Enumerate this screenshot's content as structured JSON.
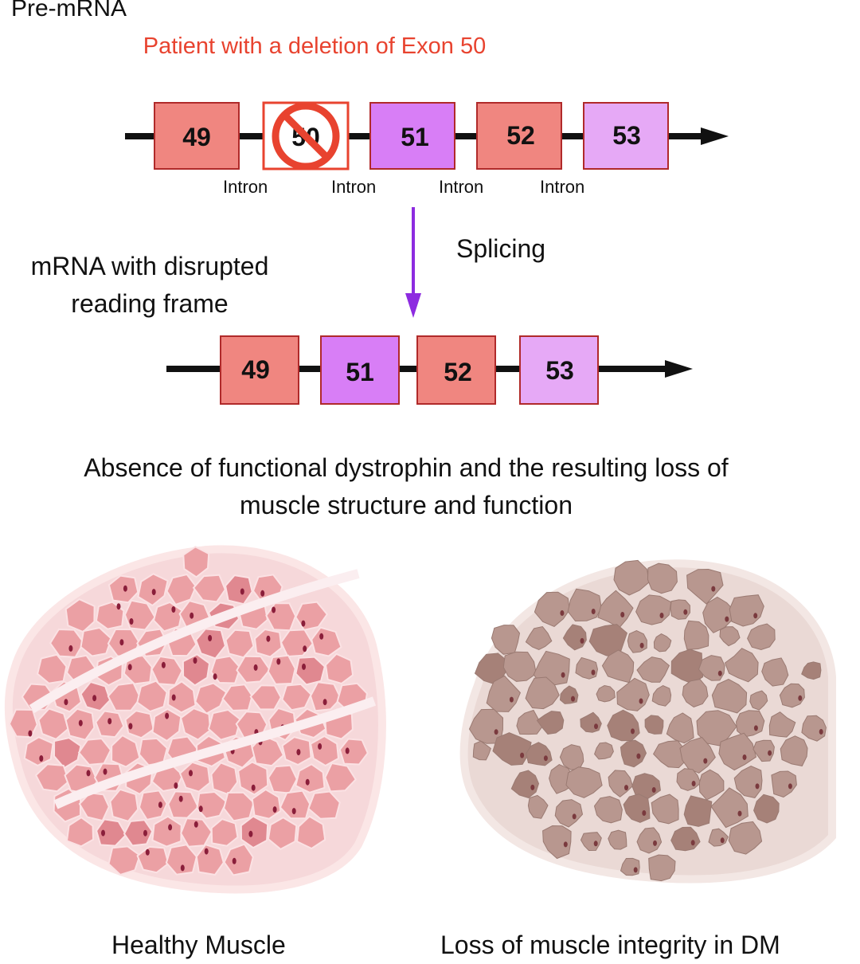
{
  "titles": {
    "pre_mrna": "Pre-mRNA",
    "deletion_note": "Patient with a deletion of Exon 50",
    "mrna": "mRNA with disrupted reading frame",
    "splicing": "Splicing",
    "consequence": "Absence of functional dystrophin and the resulting loss of muscle structure and function",
    "healthy": "Healthy Muscle",
    "dmd": "Loss of muscle integrity in DM"
  },
  "pre_mrna_exons": [
    {
      "label": "49",
      "color": "#f08680"
    },
    {
      "label": "50",
      "color": "#ffffff",
      "deleted": true
    },
    {
      "label": "51",
      "color": "#d87ef6"
    },
    {
      "label": "52",
      "color": "#f08680"
    },
    {
      "label": "53",
      "color": "#e6a9f6"
    }
  ],
  "introns": [
    "Intron",
    "Intron",
    "Intron",
    "Intron"
  ],
  "mrna_exons": [
    {
      "label": "49",
      "color": "#f08680"
    },
    {
      "label": "51",
      "color": "#d87ef6"
    },
    {
      "label": "52",
      "color": "#f08680"
    },
    {
      "label": "53",
      "color": "#e6a9f6"
    }
  ],
  "colors": {
    "exon_border": "#b02a2a",
    "deletion_red": "#e8432f",
    "splicing_arrow": "#8d2be0",
    "healthy_fill": "#eba0a4",
    "healthy_nucleus": "#8a1e3a",
    "dmd_fill": "#e8d3cf",
    "dmd_fiber": "#b8978f",
    "dmd_nucleus": "#7a3a3e"
  }
}
